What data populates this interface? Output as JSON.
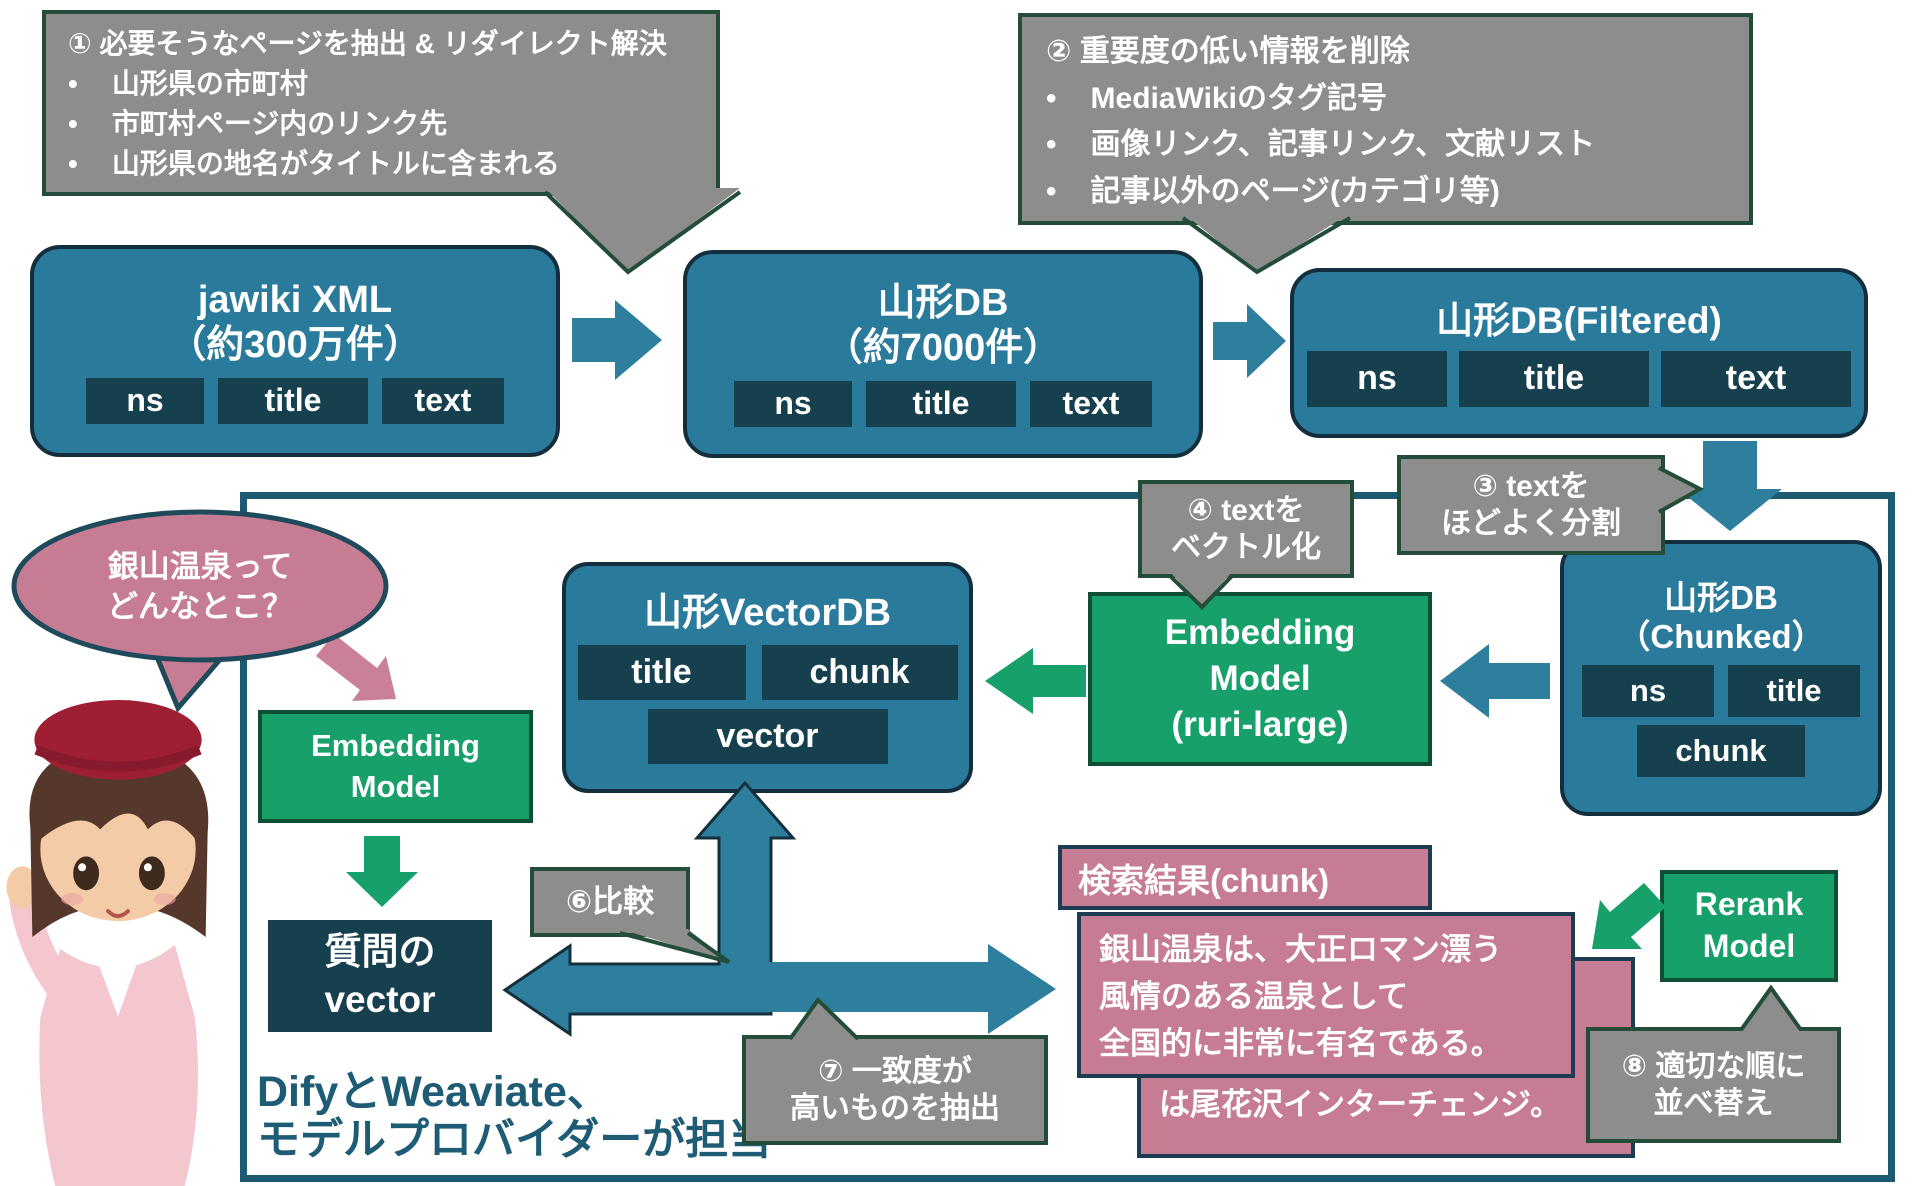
{
  "diagram": {
    "bullet_char": "•",
    "callout1": {
      "title": "① 必要そうなページを抽出 & リダイレクト解決",
      "bullets": [
        "山形県の市町村",
        "市町村ページ内のリンク先",
        "山形県の地名がタイトルに含まれる"
      ]
    },
    "callout2": {
      "title": "② 重要度の低い情報を削除",
      "bullets": [
        "MediaWikiのタグ記号",
        "画像リンク、記事リンク、文献リスト",
        "記事以外のページ(カテゴリ等)"
      ]
    },
    "box_jawiki": {
      "title_line1": "jawiki XML",
      "title_line2": "（約300万件）",
      "fields": [
        "ns",
        "title",
        "text"
      ]
    },
    "box_yamagata": {
      "title_line1": "山形DB",
      "title_line2": "（約7000件）",
      "fields": [
        "ns",
        "title",
        "text"
      ]
    },
    "box_filtered": {
      "title": "山形DB(Filtered)",
      "fields": [
        "ns",
        "title",
        "text"
      ]
    },
    "callout3": {
      "line1": "③ textを",
      "line2": "ほどよく分割"
    },
    "callout4": {
      "line1": "④ textを",
      "line2": "ベクトル化"
    },
    "box_chunked": {
      "title_line1": "山形DB",
      "title_line2": "（Chunked）",
      "fields_row1": [
        "ns",
        "title"
      ],
      "field_row2": "chunk"
    },
    "embedding_ruri": {
      "line1": "Embedding",
      "line2": "Model",
      "line3": "(ruri-large)"
    },
    "vectordb": {
      "title": "山形VectorDB",
      "fields_row1": [
        "title",
        "chunk"
      ],
      "field_row2": "vector"
    },
    "bubble": {
      "line1": "銀山温泉って",
      "line2": "どんなとこ？"
    },
    "embedding_small": {
      "line1": "Embedding",
      "line2": "Model"
    },
    "question_vector": {
      "line1": "質問の",
      "line2": "vector"
    },
    "callout6": {
      "label": "⑥比較"
    },
    "callout7": {
      "line1": "⑦ 一致度が",
      "line2": "高いものを抽出"
    },
    "search_result": {
      "header": "検索結果(chunk)",
      "content_lines": [
        "銀山温泉は、大正ロマン漂う",
        "風情のある温泉として",
        "全国的に非常に有名である。"
      ],
      "behind_text": "は尾花沢インターチェンジ。"
    },
    "rerank": {
      "line1": "Rerank",
      "line2": "Model"
    },
    "callout8": {
      "line1": "⑧ 適切な順に",
      "line2": "並べ替え"
    },
    "footer": {
      "line1": "DifyとWeaviate、",
      "line2": "モデルプロバイダーが担当"
    }
  },
  "colors": {
    "teal_box": "#2a7b9b",
    "navy_chip": "#17404f",
    "teal_arrow": "#2e7f9e",
    "green": "#17a06a",
    "pink": "#c67d93",
    "gray_callout": "#8d8d8d",
    "frame_border": "#1c5a72",
    "footer_text": "#1d5c74"
  }
}
